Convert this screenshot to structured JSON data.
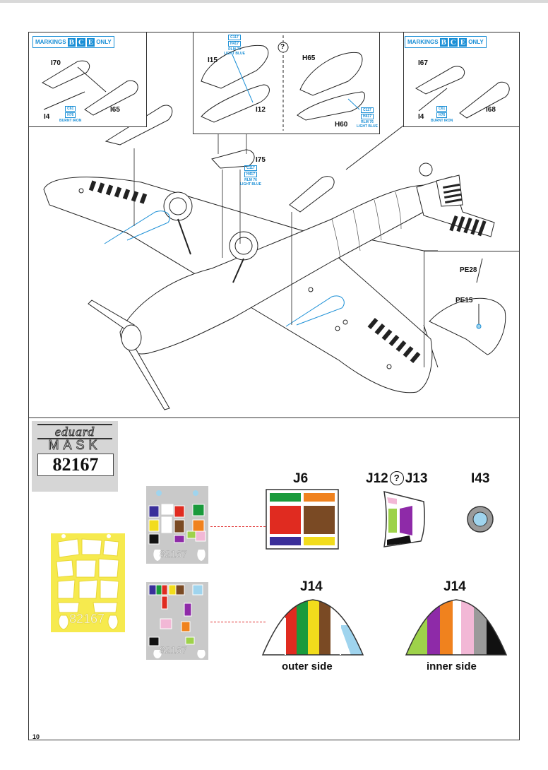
{
  "page": {
    "number": "10"
  },
  "markings_note": {
    "prefix": "MARKINGS",
    "letters": [
      "B",
      "C",
      "E"
    ],
    "suffix": "ONLY"
  },
  "parts": {
    "left_box": {
      "a": "I70",
      "b": "I4",
      "c": "I65"
    },
    "center_box": {
      "a": "I15",
      "b": "I12",
      "c": "H65",
      "d": "H60",
      "question": "?"
    },
    "right_box": {
      "a": "I67",
      "b": "I4",
      "c": "I68"
    },
    "mid": {
      "a": "I75"
    },
    "detail": {
      "a": "PE28",
      "b": "PE15"
    }
  },
  "paints": {
    "light_blue": {
      "code1": "C117",
      "code2": "H417",
      "name1": "RLM 76",
      "name2": "LIGHT BLUE"
    },
    "burnt_iron": {
      "code1": "C61",
      "code2": "H76",
      "name1": "BURNT IRON"
    }
  },
  "logo": {
    "brand": "eduard",
    "product": "MASK",
    "number": "82167"
  },
  "mask_sheet_text": "82167",
  "masks": {
    "j6": "J6",
    "j12_j13": {
      "a": "J12",
      "q": "?",
      "b": "J13"
    },
    "i43": "I43",
    "j14_outer": "J14",
    "j14_inner": "J14",
    "outer_side": "outer side",
    "inner_side": "inner side"
  },
  "colors": {
    "green": "#1a9a3c",
    "orange": "#f0821e",
    "red": "#e02b20",
    "brown": "#7a4a24",
    "blue": "#3a2f9a",
    "yellow": "#f2dc1c",
    "purple": "#8e2aa8",
    "pink": "#f2b8d6",
    "lime": "#9ed24a",
    "lightblue": "#9fd4ee",
    "gray": "#9a9a9a",
    "black": "#111111",
    "sheet_yellow": "#f6ea4e",
    "sheet_gray": "#c9c9c9",
    "dash_red": "#e03030",
    "accent_blue": "#1a8fd6"
  }
}
